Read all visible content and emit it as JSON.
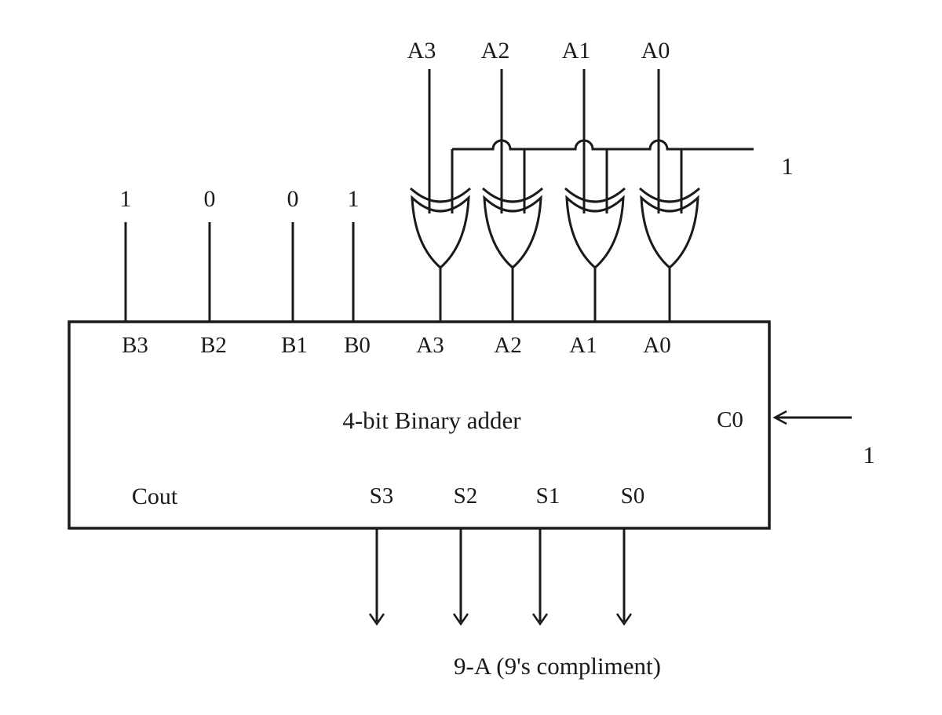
{
  "top_inputs": [
    "A3",
    "A2",
    "A1",
    "A0"
  ],
  "bus_constant": "1",
  "gates": {
    "type": "xor",
    "count": 4,
    "orientation": "down"
  },
  "b_values": [
    "1",
    "0",
    "0",
    "1"
  ],
  "adder": {
    "title": "4-bit Binary adder",
    "ports_top": [
      "B3",
      "B2",
      "B1",
      "B0",
      "A3",
      "A2",
      "A1",
      "A0"
    ],
    "carry_in_label": "C0",
    "carry_in_value": "1",
    "carry_out_label": "Cout",
    "sum_labels": [
      "S3",
      "S2",
      "S1",
      "S0"
    ]
  },
  "caption": "9-A (9's compliment)",
  "colors": {
    "line": "#1a1a1a",
    "text": "#1a1a1a",
    "background": "#ffffff"
  }
}
